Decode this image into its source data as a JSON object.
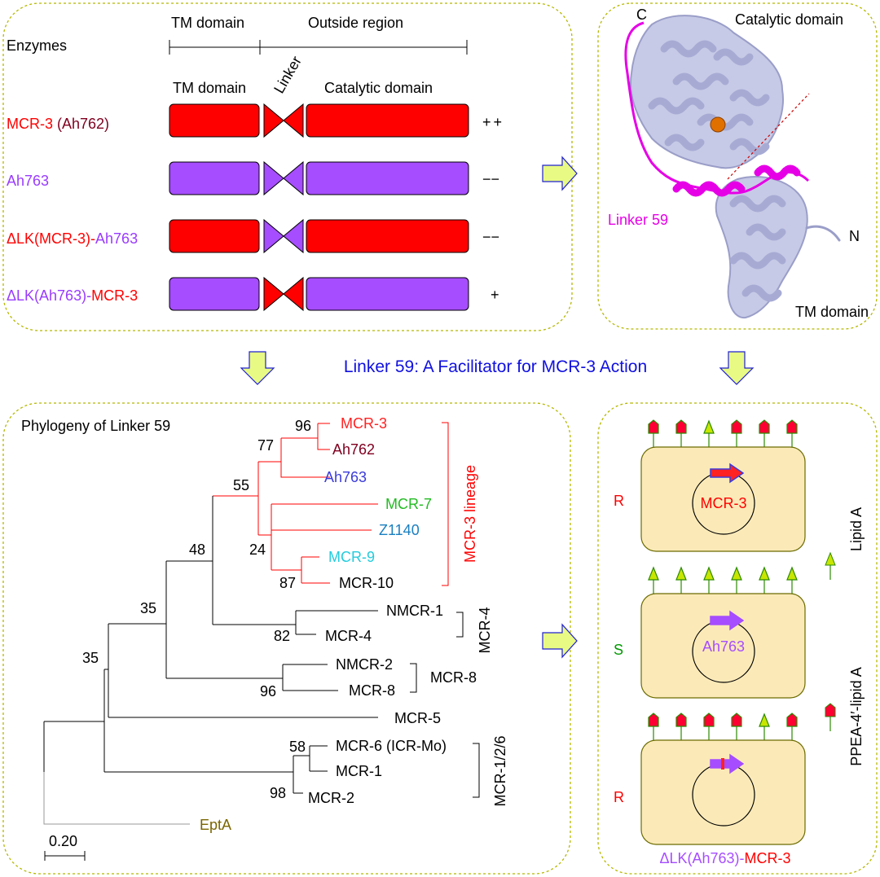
{
  "colors": {
    "panel_border": "#b5b800",
    "mcr3_red": "#ff0000",
    "ah762_maroon": "#800020",
    "ah763_purple": "#a64dff",
    "ah763_text": "#9a3bff",
    "linker_magenta": "#e600e6",
    "protein_gray": "#b4b8dc",
    "title_blue": "#1010e0",
    "arrow_fill": "#e8fa84",
    "arrow_stroke": "#2020d0",
    "cell_fill": "#fbeab8",
    "cell_stroke": "#6b6b00",
    "lipidA_fill": "#c8e600",
    "ppea_fill": "#ff0033",
    "resistant_red": "#ff0000",
    "sensitive_green": "#009900",
    "eptA_brown": "#7a6500",
    "mcr7_green": "#22bb22",
    "z1140_blue": "#1a7fc0",
    "mcr9_cyan": "#22ccdd",
    "ah763_blue": "#3b3bdb"
  },
  "title": "Linker 59: A Facilitator for MCR-3 Action",
  "panel_a": {
    "enzymes_label": "Enzymes",
    "tm_domain_top": "TM domain",
    "outside_region": "Outside region",
    "tm_domain": "TM domain",
    "linker": "Linker",
    "catalytic_domain": "Catalytic domain",
    "rows": [
      {
        "name_a": "MCR-3",
        "name_b": " (Ah762)",
        "activity": "++"
      },
      {
        "name_a": "Ah763",
        "name_b": "",
        "activity": "−−"
      },
      {
        "name_a": "ΔLK(MCR-3)-",
        "name_b": "Ah763",
        "activity": "−−"
      },
      {
        "name_a": "ΔLK(Ah763)-",
        "name_b": "MCR-3",
        "activity": "+"
      }
    ]
  },
  "panel_b": {
    "c_label": "C",
    "n_label": "N",
    "catalytic_domain": "Catalytic domain",
    "tm_domain": "TM domain",
    "linker_label": "Linker 59"
  },
  "panel_c": {
    "title": "Phylogeny of Linker 59",
    "scale_label": "0.20",
    "leaves": {
      "mcr3": "MCR-3",
      "ah762": "Ah762",
      "ah763": "Ah763",
      "mcr7": "MCR-7",
      "z1140": "Z1140",
      "mcr9": "MCR-9",
      "mcr10": "MCR-10",
      "nmcr1": "NMCR-1",
      "mcr4": "MCR-4",
      "nmcr2": "NMCR-2",
      "mcr8": "MCR-8",
      "mcr5": "MCR-5",
      "mcr6": "MCR-6 (ICR-Mo)",
      "mcr1": "MCR-1",
      "mcr2": "MCR-2",
      "epta": "EptA"
    },
    "bootstrap": {
      "b96a": "96",
      "b77": "77",
      "b55": "55",
      "b48": "48",
      "b24": "24",
      "b87": "87",
      "b35a": "35",
      "b35b": "35",
      "b82": "82",
      "b96b": "96",
      "b58": "58",
      "b98": "98"
    },
    "groups": {
      "mcr3_lineage": "MCR-3 lineage",
      "mcr4": "MCR-4",
      "mcr8": "MCR-8",
      "mcr126": "MCR-1/2/6"
    }
  },
  "panel_d": {
    "cells": [
      {
        "phenotype": "R",
        "label": "MCR-3"
      },
      {
        "phenotype": "S",
        "label": "Ah763"
      },
      {
        "phenotype": "R",
        "label": ""
      }
    ],
    "legend_lipid_a": "Lipid A",
    "legend_ppea": "PPEA-4′-lipid A",
    "bottom_a": "ΔLK(Ah763)-",
    "bottom_b": "MCR-3"
  }
}
